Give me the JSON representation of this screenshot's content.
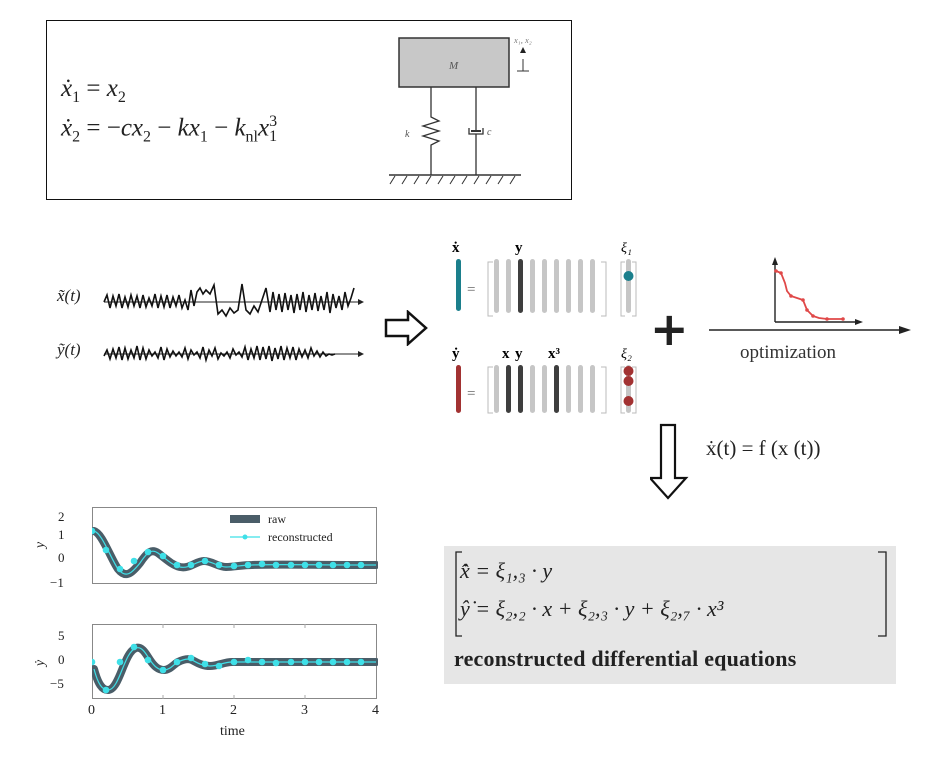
{
  "system_box": {
    "equations": [
      "ẋ₁ = x₂",
      "ẋ₂ = −cx₂ − kx₁ − kₙₗx₁³"
    ],
    "eq1_lhs": "ẋ",
    "eq1_lhs_sub": "1",
    "eq1_rhs": "= x",
    "eq1_rhs_sub": "2",
    "eq2_lhs": "ẋ",
    "eq2_lhs_sub": "2",
    "eq2_rhs_a": "= −cx",
    "eq2_rhs_a_sub": "2",
    "eq2_rhs_b": " − kx",
    "eq2_rhs_b_sub": "1",
    "eq2_rhs_c": " − k",
    "eq2_rhs_c_sub": "nl",
    "eq2_rhs_d": "x",
    "eq2_rhs_d_sub": "1",
    "eq2_rhs_d_sup": "3",
    "diagram": {
      "mass_label": "M",
      "spring_label": "k",
      "damper_label": "c",
      "coords_label": "x₁, x₂"
    }
  },
  "measurements": {
    "x_label": "x̃(t)",
    "y_label": "ỹ(t)"
  },
  "library": {
    "xdot_label": "ẋ",
    "ydot_label": "ẏ",
    "row1_selected_label": "y",
    "row2_selected_labels": [
      "x",
      "y",
      "x³"
    ],
    "xi1_label": "ξ₁",
    "xi2_label": "ξ₂",
    "equals": "=",
    "accent_teal": "#1b7f8c",
    "accent_red": "#a23232"
  },
  "plus_sign": "+",
  "optimization": {
    "label": "optimization",
    "curve_color": "#e04848"
  },
  "general_form": {
    "text": "ẋ(t) = f (x (t))"
  },
  "reconstructed": {
    "eq1": "x̂̇ = ξ₁,₃ · y",
    "eq2": "ŷ̇ = ξ₂,₂ · x + ξ₂,₃ · y + ξ₂,₇ · x³",
    "caption": "reconstructed differential equations"
  },
  "chart_data": [
    {
      "type": "line",
      "title": "",
      "xlabel": "",
      "ylabel": "y",
      "xlim": [
        0,
        4
      ],
      "ylim": [
        -1,
        2
      ],
      "yticks": [
        -1,
        0,
        1,
        2
      ],
      "legend": [
        "raw",
        "reconstructed"
      ],
      "legend_position": "upper right",
      "series": [
        {
          "name": "raw",
          "color": "#4a5d68",
          "x": [
            0,
            0.1,
            0.2,
            0.3,
            0.4,
            0.5,
            0.6,
            0.7,
            0.8,
            0.9,
            1.0,
            1.1,
            1.2,
            1.3,
            1.4,
            1.5,
            1.6,
            1.8,
            2.0,
            2.2,
            2.4,
            2.6,
            2.8,
            3.0,
            3.2,
            3.4,
            3.6,
            3.8,
            4.0
          ],
          "values": [
            1.0,
            0.75,
            0.15,
            -0.4,
            -0.55,
            -0.35,
            0.05,
            0.25,
            0.25,
            0.05,
            -0.12,
            -0.15,
            -0.07,
            0.05,
            0.08,
            0.03,
            -0.02,
            -0.04,
            0.0,
            0.02,
            0.0,
            -0.01,
            0.0,
            0.0,
            0.0,
            0.0,
            0.0,
            0.0,
            0.0
          ]
        },
        {
          "name": "reconstructed",
          "color": "#3fe0e8",
          "x": [
            0,
            0.2,
            0.4,
            0.6,
            0.8,
            1.0,
            1.2,
            1.4,
            1.6,
            1.8,
            2.0,
            2.2,
            2.4,
            2.6,
            2.8,
            3.0,
            3.2,
            3.4,
            3.6,
            3.8
          ],
          "values": [
            1.0,
            0.15,
            -0.55,
            -0.15,
            0.25,
            0.05,
            -0.15,
            -0.05,
            0.07,
            0.0,
            -0.05,
            0.0,
            0.02,
            0.0,
            0.0,
            0.0,
            0.0,
            0.0,
            0.0,
            0.0
          ]
        }
      ]
    },
    {
      "type": "line",
      "title": "",
      "xlabel": "time",
      "ylabel": "ẏ",
      "xlim": [
        0,
        4
      ],
      "ylim": [
        -8,
        8
      ],
      "xticks": [
        0,
        1,
        2,
        3,
        4
      ],
      "yticks": [
        -5,
        0,
        5
      ],
      "series": [
        {
          "name": "raw",
          "color": "#4a5d68",
          "x": [
            0,
            0.05,
            0.1,
            0.2,
            0.3,
            0.4,
            0.5,
            0.6,
            0.7,
            0.8,
            0.9,
            1.0,
            1.1,
            1.2,
            1.3,
            1.4,
            1.5,
            1.6,
            1.8,
            2.0,
            2.2,
            2.4,
            2.6,
            2.8,
            3.0,
            3.2,
            3.4,
            3.6,
            3.8,
            4.0
          ],
          "values": [
            0,
            -3.5,
            -5.5,
            -6.0,
            -3.5,
            0.0,
            2.5,
            3.2,
            2.0,
            0.0,
            -1.2,
            -1.5,
            -0.8,
            0.0,
            0.7,
            0.8,
            0.4,
            0.0,
            -0.3,
            0.0,
            0.2,
            0.0,
            -0.1,
            0.0,
            0.0,
            0.0,
            0.0,
            0.0,
            0.0,
            0.0
          ]
        },
        {
          "name": "reconstructed",
          "color": "#3fe0e8",
          "x": [
            0,
            0.2,
            0.4,
            0.6,
            0.8,
            1.0,
            1.2,
            1.4,
            1.6,
            1.8,
            2.0,
            2.2,
            2.4,
            2.6,
            2.8,
            3.0,
            3.2,
            3.4,
            3.6,
            3.8
          ],
          "values": [
            0.0,
            -6.0,
            0.0,
            3.2,
            0.0,
            -1.5,
            0.0,
            0.8,
            0.0,
            -0.5,
            0.0,
            0.3,
            0.0,
            -0.1,
            0.0,
            0.0,
            0.0,
            0.0,
            0.0,
            0.0
          ]
        }
      ]
    }
  ]
}
